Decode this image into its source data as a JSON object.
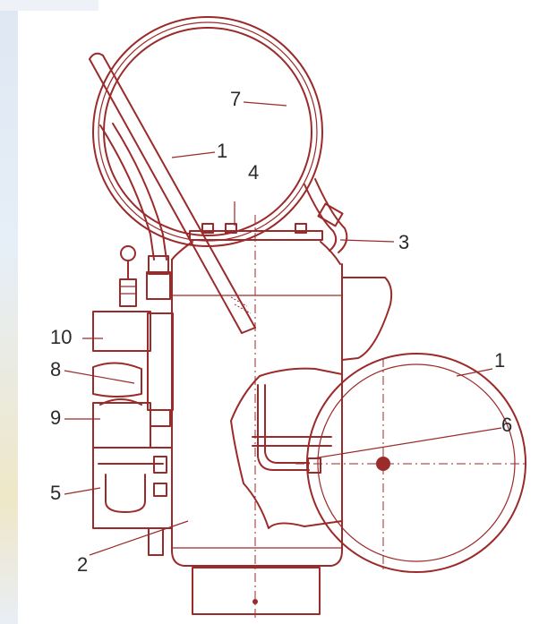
{
  "callouts": [
    {
      "id": "lbl-7",
      "text": "7"
    },
    {
      "id": "lbl-1-top",
      "text": "1"
    },
    {
      "id": "lbl-4",
      "text": "4"
    },
    {
      "id": "lbl-3",
      "text": "3"
    },
    {
      "id": "lbl-10",
      "text": "10"
    },
    {
      "id": "lbl-8",
      "text": "8"
    },
    {
      "id": "lbl-1-right",
      "text": "1"
    },
    {
      "id": "lbl-6",
      "text": "6"
    },
    {
      "id": "lbl-9",
      "text": "9"
    },
    {
      "id": "lbl-5",
      "text": "5"
    },
    {
      "id": "lbl-2",
      "text": "2"
    }
  ],
  "colors": {
    "ink": "#9b2a2a",
    "label": "#2a2a2a",
    "background": "#ffffff"
  }
}
